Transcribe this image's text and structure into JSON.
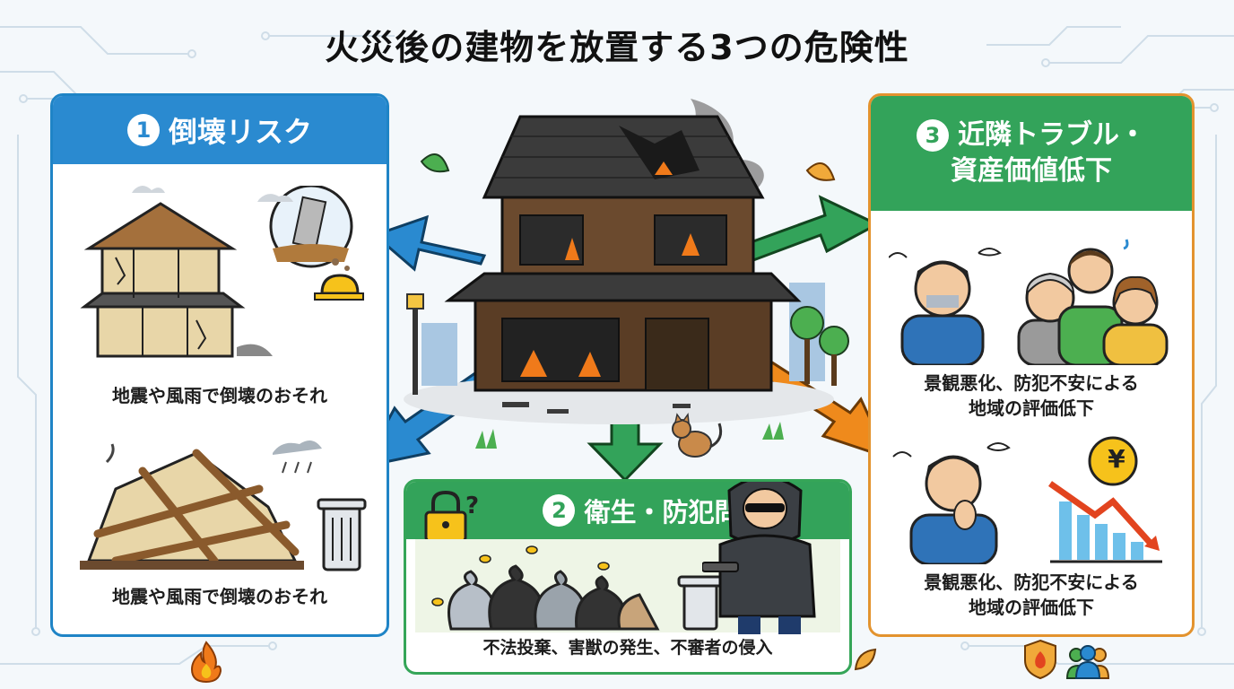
{
  "title": "火災後の建物を放置する3つの危険性",
  "panels": {
    "collapse": {
      "number": "1",
      "title": "倒壊リスク",
      "caption_top": "地震や風雨で倒壊のおそれ",
      "caption_bottom": "地震や風雨で倒壊のおそれ",
      "color": "#2a8ad0"
    },
    "hygiene": {
      "number": "2",
      "title": "衛生・防犯問題",
      "caption": "不法投棄、害獣の発生、不審者の侵入",
      "color": "#33a35a"
    },
    "neighbors": {
      "number": "3",
      "title_line1": "近隣トラブル・",
      "title_line2": "資産価値低下",
      "caption_top": "景観悪化、防犯不安による\n地域の評価低下",
      "caption_bottom": "景観悪化、防犯不安による\n地域の評価低下",
      "border_color": "#e3932e",
      "header_color": "#33a35a"
    }
  },
  "icons": {
    "yen_symbol": "¥",
    "question_mark": "?"
  },
  "colors": {
    "arrow_blue": "#2a8ad0",
    "arrow_green": "#33a35a",
    "arrow_orange": "#ef8a1c",
    "fire": "#f07a1a"
  }
}
